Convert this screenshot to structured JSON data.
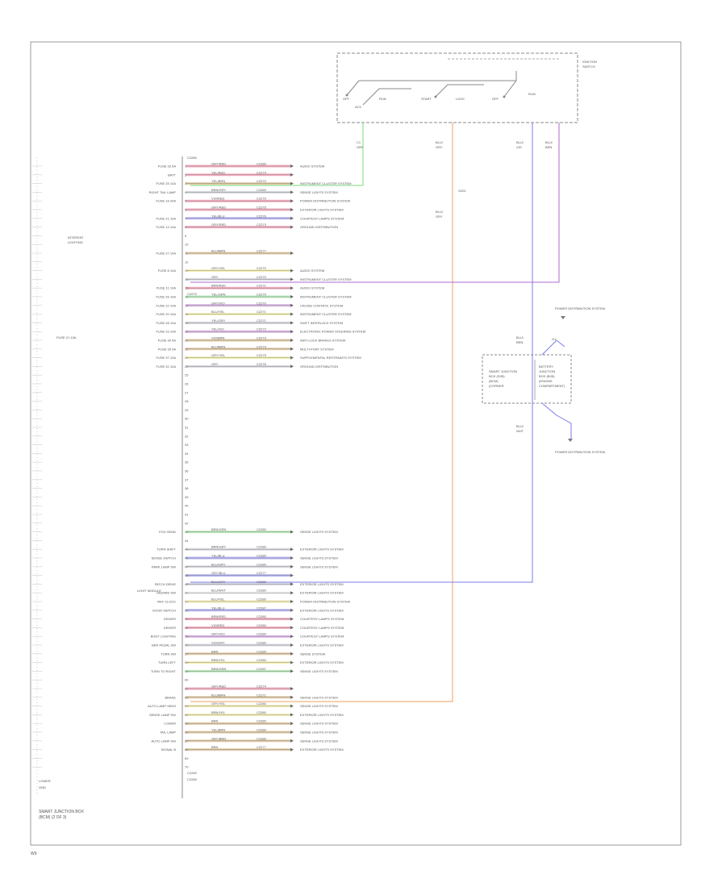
{
  "relay_box": {
    "title_line1": "IGNITION",
    "title_line2": "SWITCH",
    "switch_labels": [
      "OFF",
      "ACC",
      "RUN",
      "START",
      "LOCK",
      "OFF",
      "RUN"
    ],
    "pin_labels": [
      {
        "line1": "C1",
        "line2": "GRN"
      },
      {
        "line1": "BLU/",
        "line2": "GRY"
      },
      {
        "line1": "BLU/",
        "line2": "VIO"
      },
      {
        "line1": "BLU/",
        "line2": "BRN"
      }
    ]
  },
  "splice_label": "S224",
  "splice_wire": {
    "line1": "BLU/",
    "line2": "GRY"
  },
  "connector_labels": {
    "c1": "C2280",
    "c2": "C2270",
    "c3": "C2260"
  },
  "left_group_labels": {
    "interior_lighting_line1": "INTERIOR",
    "interior_lighting_line2": "LIGHTING",
    "fuse_sub": "FUSE 21 10A"
  },
  "module": {
    "left_lines": [
      "SMART JUNCTION",
      "BOX (SJB)",
      "(BCM)",
      "(CORNER"
    ],
    "right_lines": [
      "BATTERY",
      "JUNCTION",
      "BOX (BJB)",
      "(ENGINE",
      "COMPARTMENT)"
    ],
    "top_wire": {
      "line1": "BLU/",
      "line2": "BRN"
    },
    "bottom_wire": {
      "line1": "BLU/",
      "line2": "WHT"
    },
    "label_top": "POWER DISTRIBUTION SYSTEM",
    "label_bottom": "POWER DISTRIBUTION SYSTEM",
    "ground_right": "G1"
  },
  "rows": [
    {
      "pin": "1",
      "left": "FUSE 33 5A",
      "wire": "GRY/RED",
      "dest_pin": "C2280",
      "dest": "AUDIO SYSTEM"
    },
    {
      "pin": "2",
      "left": "BATT",
      "wire": "YEL/RED",
      "dest_pin": "C2274",
      "dest": ""
    },
    {
      "pin": "3",
      "left": "FUSE 25 10A",
      "wire": "YEL/BRN",
      "dest_pin": "C2270",
      "dest": "INSTRUMENT CLUSTER SYSTEM"
    },
    {
      "pin": "4",
      "left": "RIGHT TAIL LAMP",
      "wire": "BRN/GRY",
      "dest_pin": "C2260",
      "dest": "SENSE LIGHTS SYSTEM"
    },
    {
      "pin": "5",
      "left": "FUSE 18 20A",
      "wire": "VIO/RED",
      "dest_pin": "C2270",
      "dest": "POWER DISTRIBUTION SYSTEM"
    },
    {
      "pin": "6",
      "left": "",
      "wire": "GRY/RED",
      "dest_pin": "C2275",
      "dest": "EXTERIOR LIGHTS SYSTEM"
    },
    {
      "pin": "7",
      "left": "FUSE 21 10A",
      "wire": "YEL/BLU",
      "dest_pin": "C2276",
      "dest": "COURTESY LAMPS SYSTEM"
    },
    {
      "pin": "8",
      "left": "FUSE 14 10A",
      "wire": "GRY/RED",
      "dest_pin": "C2273",
      "dest": "GROUND DISTRIBUTION"
    },
    {
      "pin": "9",
      "left": "",
      "wire": "",
      "dest_pin": "",
      "dest": ""
    },
    {
      "pin": "10",
      "left": "",
      "wire": "",
      "dest_pin": "",
      "dest": ""
    },
    {
      "pin": "11",
      "left": "FUSE 27 10A",
      "wire": "BLU/BRN",
      "dest_pin": "C2277",
      "dest": ""
    },
    {
      "pin": "12",
      "left": "",
      "wire": "",
      "dest_pin": "",
      "dest": ""
    },
    {
      "pin": "13",
      "left": "FUSE 8 10A",
      "wire": "GRY/YEL",
      "dest_pin": "C2270",
      "dest": "AUDIO SYSTEM"
    },
    {
      "pin": "14",
      "left": "",
      "wire": "GRY",
      "dest_pin": "C2270",
      "dest": "INSTRUMENT CLUSTER SYSTEM"
    },
    {
      "pin": "15",
      "left": "FUSE 11 10A",
      "wire": "BRN/RED",
      "dest_pin": "C2271",
      "dest": "AUDIO SYSTEM"
    },
    {
      "pin": "16",
      "left": "FUSE 26 10A",
      "wire": "YEL/GRN",
      "dest_pin": "C2270",
      "dest": "INSTRUMENT CLUSTER SYSTEM"
    },
    {
      "pin": "17",
      "left": "FUSE 22 10A",
      "wire": "GRY/VIO",
      "dest_pin": "C2270",
      "dest": "CRUISE CONTROL SYSTEM"
    },
    {
      "pin": "18",
      "left": "FUSE 20 10A",
      "wire": "BLU/YEL",
      "dest_pin": "C2271",
      "dest": "INSTRUMENT CLUSTER SYSTEM"
    },
    {
      "pin": "19",
      "left": "FUSE 28 10A",
      "wire": "YEL/GRY",
      "dest_pin": "C2271",
      "dest": "SHIFT INTERLOCK SYSTEM"
    },
    {
      "pin": "20",
      "left": "FUSE 29 10A",
      "wire": "YEL/VIO",
      "dest_pin": "C2272",
      "dest": "ELECTRONIC POWER STEERING SYSTEM"
    },
    {
      "pin": "21",
      "left": "FUSE 30 5A",
      "wire": "VIO/BRN",
      "dest_pin": "C2273",
      "dest": "ANTI-LOCK BRAKES SYSTEM"
    },
    {
      "pin": "22",
      "left": "FUSE 35 5A",
      "wire": "BLU/BRN",
      "dest_pin": "C2274",
      "dest": "MULTI-PORT SYSTEM"
    },
    {
      "pin": "23",
      "left": "FUSE 37 10A",
      "wire": "GRY/YEL",
      "dest_pin": "C2275",
      "dest": "SUPPLEMENTAL RESTRAINTS SYSTEM"
    },
    {
      "pin": "24",
      "left": "FUSE 31 10A",
      "wire": "GRY",
      "dest_pin": "C2276",
      "dest": "GROUND DISTRIBUTION"
    },
    {
      "pin": "25",
      "left": "",
      "wire": "",
      "dest_pin": "",
      "dest": ""
    },
    {
      "pin": "26",
      "left": "",
      "wire": "",
      "dest_pin": "",
      "dest": ""
    },
    {
      "pin": "27",
      "left": "",
      "wire": "",
      "dest_pin": "",
      "dest": ""
    },
    {
      "pin": "28",
      "left": "",
      "wire": "",
      "dest_pin": "",
      "dest": ""
    },
    {
      "pin": "29",
      "left": "",
      "wire": "",
      "dest_pin": "",
      "dest": ""
    },
    {
      "pin": "30",
      "left": "",
      "wire": "",
      "dest_pin": "",
      "dest": ""
    },
    {
      "pin": "31",
      "left": "",
      "wire": "",
      "dest_pin": "",
      "dest": ""
    },
    {
      "pin": "32",
      "left": "",
      "wire": "",
      "dest_pin": "",
      "dest": ""
    },
    {
      "pin": "33",
      "left": "",
      "wire": "",
      "dest_pin": "",
      "dest": ""
    },
    {
      "pin": "34",
      "left": "",
      "wire": "",
      "dest_pin": "",
      "dest": ""
    },
    {
      "pin": "35",
      "left": "",
      "wire": "",
      "dest_pin": "",
      "dest": ""
    },
    {
      "pin": "36",
      "left": "",
      "wire": "",
      "dest_pin": "",
      "dest": ""
    },
    {
      "pin": "37",
      "left": "",
      "wire": "",
      "dest_pin": "",
      "dest": ""
    },
    {
      "pin": "38",
      "left": "",
      "wire": "",
      "dest_pin": "",
      "dest": ""
    },
    {
      "pin": "39",
      "left": "",
      "wire": "",
      "dest_pin": "",
      "dest": ""
    },
    {
      "pin": "40",
      "left": "",
      "wire": "",
      "dest_pin": "",
      "dest": ""
    },
    {
      "pin": "41",
      "left": "",
      "wire": "",
      "dest_pin": "",
      "dest": ""
    },
    {
      "pin": "42",
      "left": "",
      "wire": "",
      "dest_pin": "",
      "dest": ""
    },
    {
      "pin": "43",
      "left": "FOG SEND",
      "wire": "BRN/GRN",
      "dest_pin": "C2280",
      "dest": "SENSE LIGHTS SYSTEM"
    },
    {
      "pin": "44",
      "left": "",
      "wire": "",
      "dest_pin": "",
      "dest": ""
    },
    {
      "pin": "45",
      "left": "TURN SHIFT",
      "wire": "BRN/GRY",
      "dest_pin": "C2280",
      "dest": "EXTERIOR LIGHTS SYSTEM"
    },
    {
      "pin": "46",
      "left": "SENSE SWITCH",
      "wire": "YEL/BLU",
      "dest_pin": "C2280",
      "dest": "SENSE LIGHTS SYSTEM"
    },
    {
      "pin": "47",
      "left": "PARK LAMP SW",
      "wire": "BLU/GRY",
      "dest_pin": "C2280",
      "dest": "SENSE LIGHTS SYSTEM"
    },
    {
      "pin": "48",
      "left": "",
      "wire": "GRY/BLU",
      "dest_pin": "C2277",
      "dest": ""
    },
    {
      "pin": "49",
      "left": "PATCH DRIVE",
      "wire": "BLU/GRY",
      "dest_pin": "C2280",
      "dest": "EXTERIOR LIGHTS SYSTEM"
    },
    {
      "pin": "50",
      "left": "HAZARD SW",
      "wire": "BLU/WHT",
      "dest_pin": "C2280",
      "dest": "EXTERIOR LIGHTS SYSTEM"
    },
    {
      "pin": "51",
      "left": "REF CLOCK",
      "wire": "BLU/YEL",
      "dest_pin": "C2280",
      "dest": "POWER DISTRIBUTION SYSTEM"
    },
    {
      "pin": "52",
      "left": "DOOR SWITCH",
      "wire": "YEL/BLU",
      "dest_pin": "C2287",
      "dest": "EXTERIOR LIGHTS SYSTEM"
    },
    {
      "pin": "53",
      "left": "DRIVER",
      "wire": "BRN/RED",
      "dest_pin": "C2280",
      "dest": "COURTESY LAMPS SYSTEM"
    },
    {
      "pin": "54",
      "left": "DRIVER",
      "wire": "VIO/RED",
      "dest_pin": "C2280",
      "dest": "COURTESY LAMPS SYSTEM"
    },
    {
      "pin": "55",
      "left": "BODY LIGHTING",
      "wire": "GRY/VIO",
      "dest_pin": "C2280",
      "dest": "COURTESY LAMPS SYSTEM"
    },
    {
      "pin": "56",
      "left": "BRK PEDAL SW",
      "wire": "VIO/GRY",
      "dest_pin": "C2280",
      "dest": "EXTERIOR LIGHTS SYSTEM"
    },
    {
      "pin": "57",
      "left": "TURN SW",
      "wire": "BRN",
      "dest_pin": "C2280",
      "dest": "SENSE SYSTEM"
    },
    {
      "pin": "58",
      "left": "TURN LEFT",
      "wire": "BRN/YEL",
      "dest_pin": "C2280",
      "dest": "EXTERIOR LIGHTS SYSTEM"
    },
    {
      "pin": "59",
      "left": "TURN TO RIGHT",
      "wire": "BRN/GRN",
      "dest_pin": "C2287",
      "dest": "SENSE LIGHTS SYSTEM"
    },
    {
      "pin": "60",
      "left": "",
      "wire": "",
      "dest_pin": "",
      "dest": ""
    },
    {
      "pin": "61",
      "left": "",
      "wire": "GRY/RED",
      "dest_pin": "C2274",
      "dest": ""
    },
    {
      "pin": "62",
      "left": "BRAKE",
      "wire": "BLU/BRN",
      "dest_pin": "C2271",
      "dest": "SENSE LIGHTS SYSTEM"
    },
    {
      "pin": "63",
      "left": "AUTO LAMP SENS",
      "wire": "GRY/YEL",
      "dest_pin": "C2280",
      "dest": "SENSE LIGHTS SYSTEM"
    },
    {
      "pin": "64",
      "left": "SENSE LAMP SW",
      "wire": "BRN/YEL",
      "dest_pin": "C2280",
      "dest": "EXTERIOR LIGHTS SYSTEM"
    },
    {
      "pin": "65",
      "left": "LOWER",
      "wire": "BRN",
      "dest_pin": "C2280",
      "dest": "SENSE LIGHTS SYSTEM"
    },
    {
      "pin": "66",
      "left": "TAIL LAMP",
      "wire": "YEL/BRN",
      "dest_pin": "C2280",
      "dest": "SENSE LIGHTS SYSTEM"
    },
    {
      "pin": "67",
      "left": "AUTO LAMP SW",
      "wire": "GRY/BRN",
      "dest_pin": "C2280",
      "dest": "SENSE LIGHTS SYSTEM"
    },
    {
      "pin": "68",
      "left": "SIGNAL B",
      "wire": "BRN",
      "dest_pin": "C2277",
      "dest": "EXTERIOR LIGHTS SYSTEM"
    },
    {
      "pin": "69",
      "left": "",
      "wire": "",
      "dest_pin": "",
      "dest": ""
    },
    {
      "pin": "70",
      "left": "",
      "wire": "",
      "dest_pin": "",
      "dest": ""
    }
  ],
  "extra_labels": {
    "left_lower": "LOWER",
    "gnd": "GND",
    "lamp_out": "LIGHT MODULE",
    "bottom_connector": "C2280"
  },
  "footer": {
    "line1": "SMART JUNCTION BOX",
    "line2": "(BCM) (2 OF 3)",
    "page_code": "W9"
  },
  "colors": {
    "blue_wire": "#7b7bea",
    "violet_wire": "#b06ad0",
    "orange_wire": "#f0a060",
    "green_wire": "#7adc7a",
    "border": "#888888"
  }
}
